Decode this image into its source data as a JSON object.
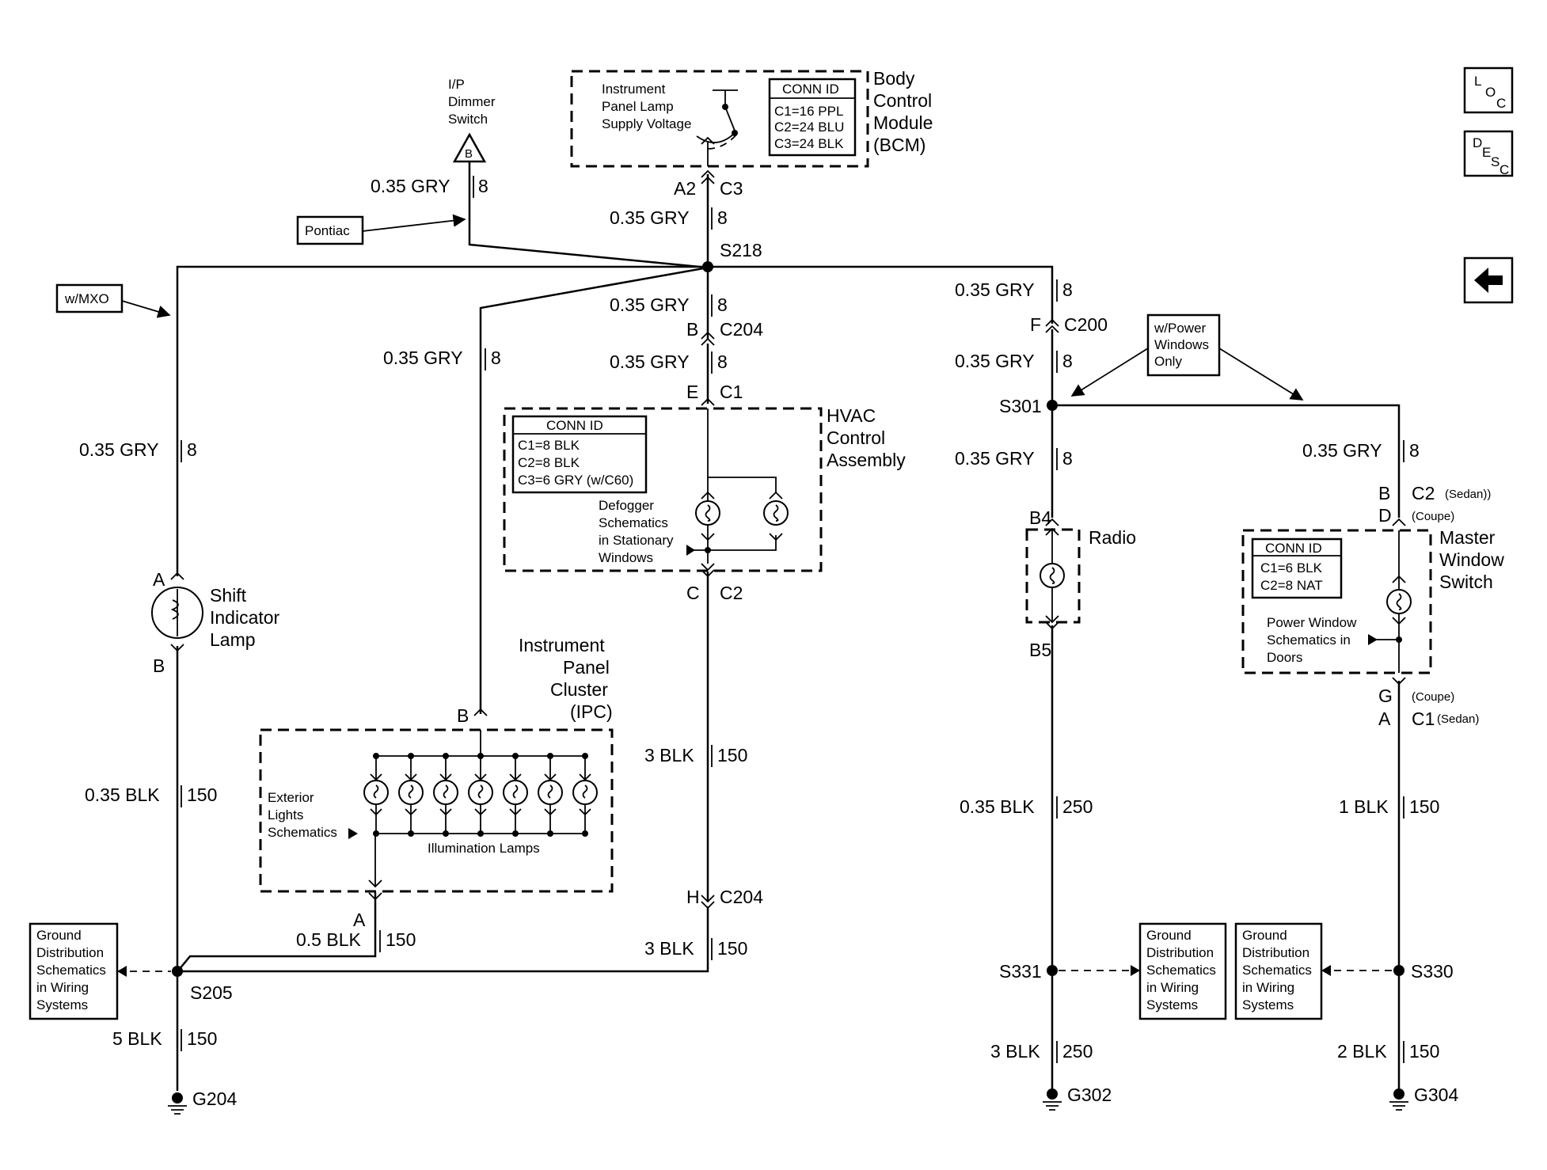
{
  "components": {
    "bcm_name": [
      "Body",
      "Control",
      "Module",
      "(BCM)"
    ],
    "bcm_inner": [
      "Instrument",
      "Panel Lamp",
      "Supply Voltage"
    ],
    "bcm_conn": [
      "CONN ID",
      "C1=16 PPL",
      "C2=24 BLU",
      "C3=24 BLK"
    ],
    "dimmer": [
      "I/P",
      "Dimmer",
      "Switch"
    ],
    "dimmer_ref": "B",
    "hvac_name": [
      "HVAC",
      "Control",
      "Assembly"
    ],
    "hvac_conn": [
      "CONN ID",
      "C1=8 BLK",
      "C2=8 BLK",
      "C3=6 GRY (w/C60)"
    ],
    "hvac_inner": [
      "Defogger",
      "Schematics",
      "in Stationary",
      "Windows"
    ],
    "shift_lamp": [
      "Shift",
      "Indicator",
      "Lamp"
    ],
    "ipc_name": [
      "Instrument",
      "Panel",
      "Cluster",
      "(IPC)"
    ],
    "ipc_inner": [
      "Exterior",
      "Lights",
      "Schematics"
    ],
    "ipc_lamps": "Illumination Lamps",
    "radio": "Radio",
    "mws_name": [
      "Master",
      "Window",
      "Switch"
    ],
    "mws_conn": [
      "CONN ID",
      "C1=6 BLK",
      "C2=8 NAT"
    ],
    "mws_inner": [
      "Power Window",
      "Schematics in",
      "Doors"
    ],
    "ground_ref": [
      "Ground",
      "Distribution",
      "Schematics",
      "in Wiring",
      "Systems"
    ]
  },
  "notes": {
    "pontiac": "Pontiac",
    "wmxo": "w/MXO",
    "power_windows": [
      "w/Power",
      "Windows",
      "Only"
    ]
  },
  "wires": {
    "gry_035": "0.35 GRY",
    "circuit_8": "8",
    "blk_035": "0.35 BLK",
    "blk_05": "0.5 BLK",
    "blk_3": "3 BLK",
    "blk_5": "5 BLK",
    "blk_1": "1 BLK",
    "blk_2": "2 BLK",
    "circuit_150": "150",
    "circuit_250": "250"
  },
  "connectors": {
    "a2": "A2",
    "c3": "C3",
    "b": "B",
    "c204": "C204",
    "e": "E",
    "c1": "C1",
    "c": "C",
    "c2": "C2",
    "a": "A",
    "h": "H",
    "f": "F",
    "c200": "C200",
    "b4": "B4",
    "b5": "B5",
    "d": "D",
    "g": "G",
    "sedan_paren": "(Sedan))",
    "coupe": "(Coupe)",
    "sedan": "(Sedan)"
  },
  "splices": {
    "s218": "S218",
    "s301": "S301",
    "s205": "S205",
    "s331": "S331",
    "s330": "S330"
  },
  "grounds": {
    "g204": "G204",
    "g302": "G302",
    "g304": "G304"
  },
  "nav": {
    "loc": [
      "L",
      "O",
      "C"
    ],
    "desc": [
      "D",
      "E",
      "S",
      "C"
    ],
    "back_icon": "left-arrow-icon"
  }
}
